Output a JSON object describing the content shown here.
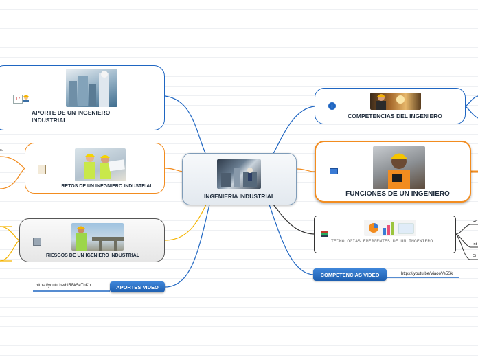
{
  "central": {
    "title": "INGENIERIA INDUSTRIAL"
  },
  "left_topics": {
    "aporte": {
      "title": "APORTE DE UN INGENIERO INDUSTRIAL",
      "icon": "calendar-worker-icons"
    },
    "retos": {
      "title": "RETOS DE UN INEGNIERO INDUSTRIAL",
      "icon": "clipboard-icon"
    },
    "riesgos": {
      "title": "RIESGOS DE UN IGENIERO INDUSTRIAL",
      "icon": "book-icon"
    },
    "aportes_video": {
      "title": "APORTES VIDEO",
      "url": "https://youtu.be/bIRBk5eTnKo"
    }
  },
  "right_topics": {
    "competencias": {
      "title": "COMPETENCIAS DEL INGENIERO",
      "icon": "info-icon"
    },
    "funciones": {
      "title": "FUNCIONES DE UN INGENIERO",
      "icon": "monitor-icon"
    },
    "tecnologias": {
      "title": "TECNOLOGIAS EMERGENTES DE UN INGENIERO",
      "icon": "books-icon",
      "children": [
        "Ro",
        "Int",
        "Ci"
      ]
    },
    "competencias_video": {
      "title": "COMPETENCIAS VIDEO",
      "url": "https://youtu.be/ViaooVe5Sk"
    }
  },
  "edge_fragments": {
    "retos_left": "s."
  },
  "colors": {
    "blue": "#1f66c2",
    "orange": "#f28c1f",
    "gold": "#f5b400",
    "dark": "#333333"
  }
}
